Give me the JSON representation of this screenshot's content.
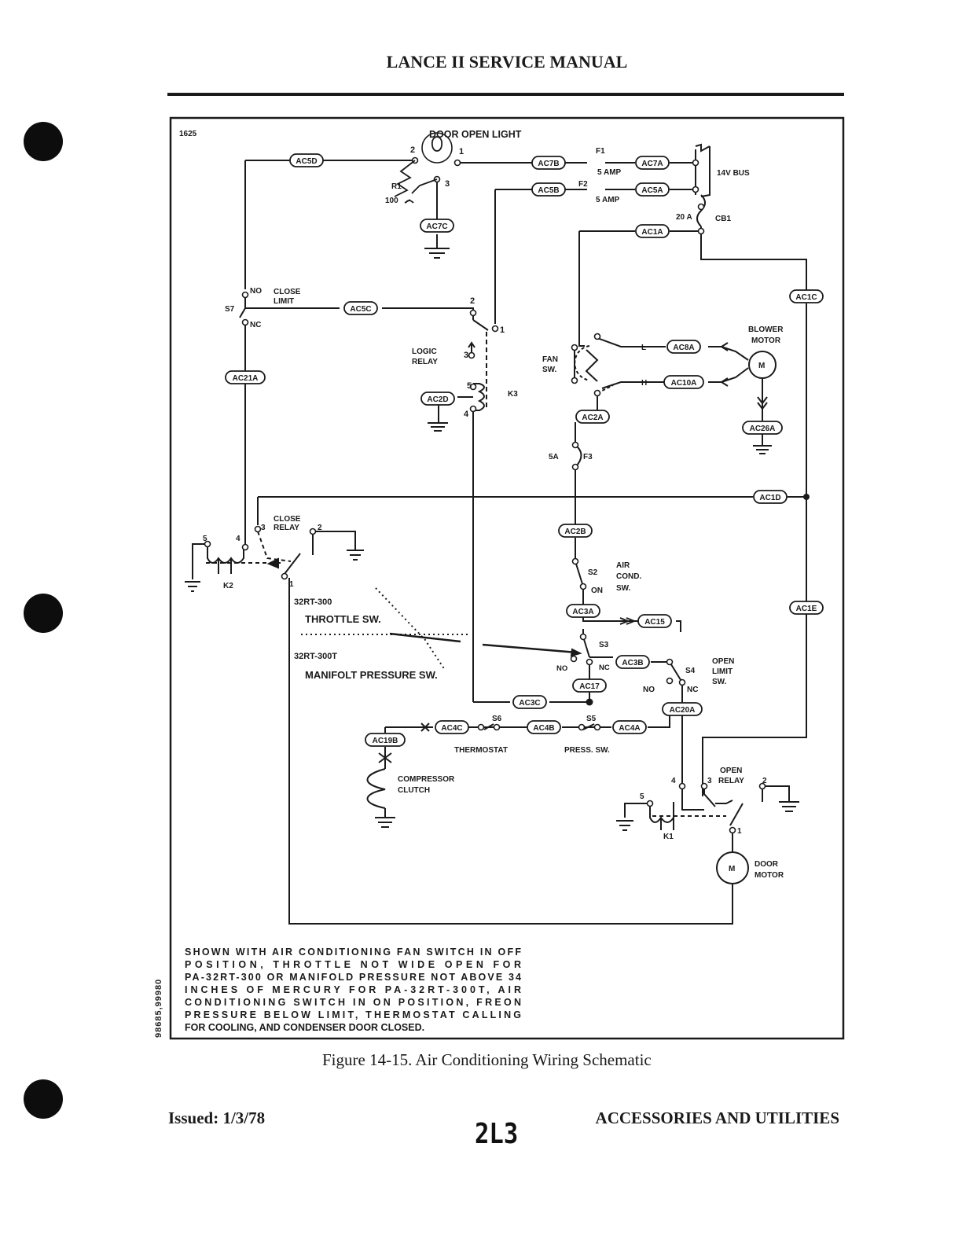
{
  "header": {
    "title": "LANCE II SERVICE MANUAL"
  },
  "side_code": "98685,99980",
  "figure": {
    "number": "1625",
    "door_light_title": "DOOR OPEN LIGHT",
    "bus": {
      "label": "14V BUS",
      "breaker": "CB1",
      "breaker_rating": "20 A"
    },
    "fuses": {
      "f1": "F1",
      "f2": "F2",
      "f3": "F3",
      "f1_rating": "5 AMP",
      "f2_rating": "5 AMP",
      "f3_rating": "5A"
    },
    "resistor": {
      "name": "R1",
      "value": "100"
    },
    "wires": {
      "ac5d": "AC5D",
      "ac7b": "AC7B",
      "ac7a": "AC7A",
      "ac5b": "AC5B",
      "ac5a": "AC5A",
      "ac7c": "AC7C",
      "ac1a": "AC1A",
      "ac1c": "AC1C",
      "ac5c": "AC5C",
      "ac21a": "AC21A",
      "ac2d": "AC2D",
      "ac8a": "AC8A",
      "ac10a": "AC10A",
      "ac2a": "AC2A",
      "ac26a": "AC26A",
      "ac1d": "AC1D",
      "ac2b": "AC2B",
      "ac3a": "AC3A",
      "ac15": "AC15",
      "ac1e": "AC1E",
      "ac3b": "AC3B",
      "ac17": "AC17",
      "ac3c": "AC3C",
      "ac20a": "AC20A",
      "ac4c": "AC4C",
      "ac4b": "AC4B",
      "ac4a": "AC4A",
      "ac19b": "AC19B"
    },
    "components": {
      "s7": "S7",
      "s7_no": "NO",
      "s7_nc": "NC",
      "close_limit_1": "CLOSE",
      "close_limit_2": "LIMIT",
      "logic_relay_1": "LOGIC",
      "logic_relay_2": "RELAY",
      "k3": "K3",
      "fan_sw_1": "FAN",
      "fan_sw_2": "SW.",
      "fan_l": "L",
      "fan_h": "H",
      "blower_1": "BLOWER",
      "blower_2": "MOTOR",
      "motor_symbol": "M",
      "close_relay_1": "CLOSE",
      "close_relay_2": "RELAY",
      "k2": "K2",
      "s2": "S2",
      "s2_on": "ON",
      "air_cond_1": "AIR",
      "air_cond_2": "COND.",
      "air_cond_3": "SW.",
      "model_a": "32RT-300",
      "throttle_sw": "THROTTLE SW.",
      "model_b": "32RT-300T",
      "manifold_sw": "MANIFOLT PRESSURE SW.",
      "s3": "S3",
      "s3_no": "NO",
      "s3_nc": "NC",
      "s4": "S4",
      "s4_no": "NO",
      "s4_nc": "NC",
      "open_limit_1": "OPEN",
      "open_limit_2": "LIMIT",
      "open_limit_3": "SW.",
      "s6": "S6",
      "s5": "S5",
      "thermostat": "THERMOSTAT",
      "press_sw": "PRESS. SW.",
      "clutch_1": "COMPRESSOR",
      "clutch_2": "CLUTCH",
      "open_relay_1": "OPEN",
      "open_relay_2": "RELAY",
      "k1": "K1",
      "door_motor_1": "DOOR",
      "door_motor_2": "MOTOR",
      "pin1": "1",
      "pin2": "2",
      "pin3": "3",
      "pin4": "4",
      "pin5": "5"
    },
    "notes": [
      "SHOWN WITH AIR CONDITIONING FAN SWITCH IN OFF",
      "POSITION, THROTTLE NOT WIDE OPEN FOR",
      "PA-32RT-300 OR MANIFOLD PRESSURE NOT ABOVE 34",
      "INCHES OF MERCURY FOR PA-32RT-300T, AIR",
      "CONDITIONING SWITCH IN ON POSITION, FREON",
      "PRESSURE BELOW LIMIT, THERMOSTAT CALLING",
      "FOR COOLING, AND CONDENSER DOOR CLOSED."
    ]
  },
  "caption": "Figure 14-15. Air Conditioning Wiring Schematic",
  "footer": {
    "issued": "Issued: 1/3/78",
    "page": "2L3",
    "section": "ACCESSORIES AND UTILITIES"
  }
}
